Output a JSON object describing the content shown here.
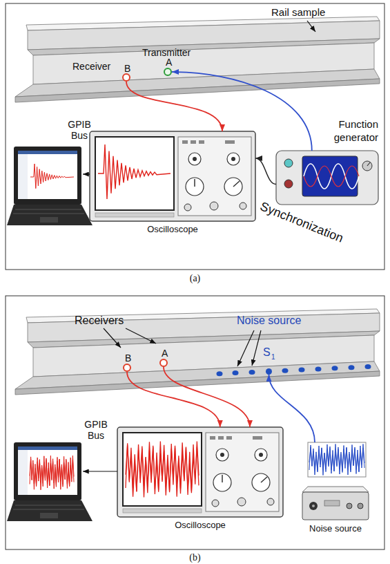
{
  "diagram": {
    "nodes": [
      {
        "text": [
          "Transmitter",
          "A"
        ]
      },
      {
        "text": [
          "Receiver",
          "B"
        ]
      },
      {
        "text": [
          "Oscilloscope"
        ]
      },
      {
        "text": [
          "Function generator"
        ]
      },
      {
        "text": [
          "B"
        ]
      },
      {
        "text": [
          "A"
        ]
      },
      {
        "text": [
          "Oscilloscope"
        ]
      },
      {
        "text": [
          "Noise source"
        ]
      },
      {
        "text": [
          "S",
          "1"
        ]
      }
    ],
    "edges": [
      {
        "from": 3,
        "to": 0,
        "arrow": "to"
      },
      {
        "from": 1,
        "to": 2,
        "arrow": "to"
      },
      {
        "from": 3,
        "to": 2,
        "label": "Synchronization",
        "arrow": "to"
      },
      {
        "from": 4,
        "to": 6,
        "arrow": "to"
      },
      {
        "from": 5,
        "to": 6,
        "arrow": "to"
      },
      {
        "from": 7,
        "to": 8,
        "arrow": "to"
      }
    ],
    "labels": [
      "Rail sample",
      "GPIB Bus",
      "(a)",
      "Receivers",
      "Noise source",
      "GPIB Bus",
      "(b)"
    ]
  }
}
